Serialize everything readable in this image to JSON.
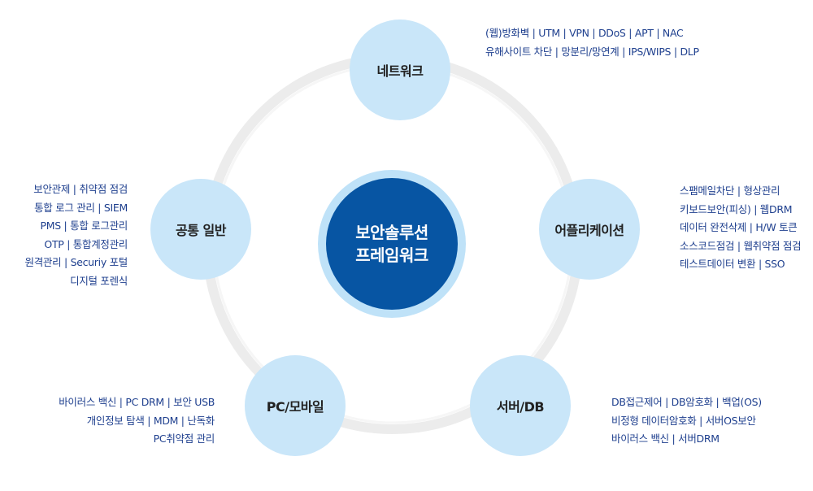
{
  "center": {
    "line1": "보안솔루션",
    "line2": "프레임워크"
  },
  "nodes": {
    "network": "네트워크",
    "application": "어플리케이션",
    "server_db": "서버/DB",
    "pc_mobile": "PC/모바일",
    "common": "공통 일반"
  },
  "descriptions": {
    "network": [
      "(웹)방화벽 | UTM | VPN | DDoS | APT | NAC",
      "유해사이트 차단 | 망분리/망연계 | IPS/WIPS | DLP"
    ],
    "application": [
      "스팸메일차단 | 형상관리",
      "키보드보안(피싱) | 웹DRM",
      "데이터 완전삭제 | H/W 토큰",
      "소스코드점검 | 웹취약점 점검",
      "테스트데이터 변환 | SSO"
    ],
    "server_db": [
      "DB접근제어 | DB암호화 | 백업(OS)",
      "비정형 데이터암호화 | 서버OS보안",
      "바이러스 백신 | 서버DRM"
    ],
    "pc_mobile": [
      "바이러스 백신 | PC DRM | 보안 USB",
      "개인정보 탐색 | MDM | 난독화",
      "PC취약점 관리"
    ],
    "common": [
      "보안관제 | 취약점 점검",
      "통합 로그 관리 | SIEM",
      "PMS | 통합 로그관리",
      "OTP | 통합계정관리",
      "원격관리 | Securiy 포털",
      "디지털 포렌식"
    ]
  },
  "colors": {
    "node_fill": "#c9e6f9",
    "center_fill": "#0755a3",
    "center_ring": "#bfe2f8",
    "ring": "#e9e9e9",
    "desc_text": "#1e3f8e"
  }
}
